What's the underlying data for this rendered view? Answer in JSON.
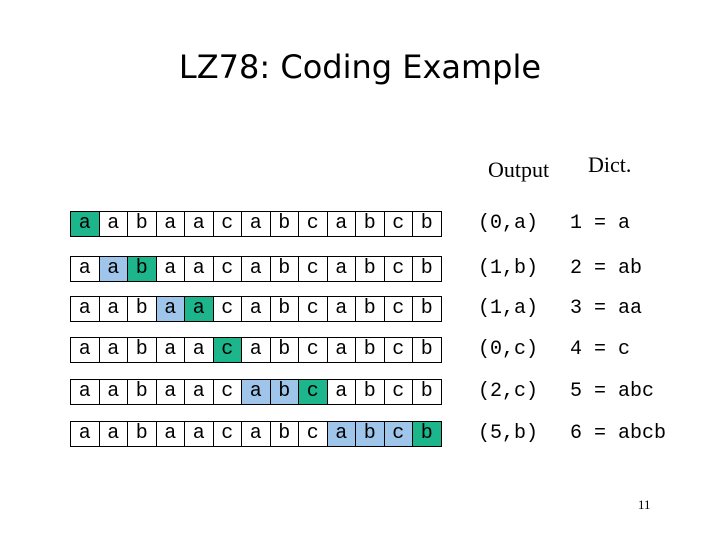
{
  "title": "LZ78: Coding Example",
  "headers": {
    "output": "Output",
    "dict": "Dict."
  },
  "text": [
    "a",
    "a",
    "b",
    "a",
    "a",
    "c",
    "a",
    "b",
    "c",
    "a",
    "b",
    "c",
    "b"
  ],
  "steps": [
    {
      "prefix": [],
      "new": 0,
      "output": "(0,a)",
      "dict": "1 = a"
    },
    {
      "prefix": [
        1
      ],
      "new": 2,
      "output": "(1,b)",
      "dict": "2 = ab"
    },
    {
      "prefix": [
        3
      ],
      "new": 4,
      "output": "(1,a)",
      "dict": "3 = aa"
    },
    {
      "prefix": [],
      "new": 5,
      "output": "(0,c)",
      "dict": "4 = c"
    },
    {
      "prefix": [
        6,
        7
      ],
      "new": 8,
      "output": "(2,c)",
      "dict": "5 = abc"
    },
    {
      "prefix": [
        9,
        10,
        11
      ],
      "new": 12,
      "output": "(5,b)",
      "dict": "6 = abcb"
    }
  ],
  "colors": {
    "prefix": "#9fc5ea",
    "new_char": "#1db58c"
  },
  "page_number": "11"
}
